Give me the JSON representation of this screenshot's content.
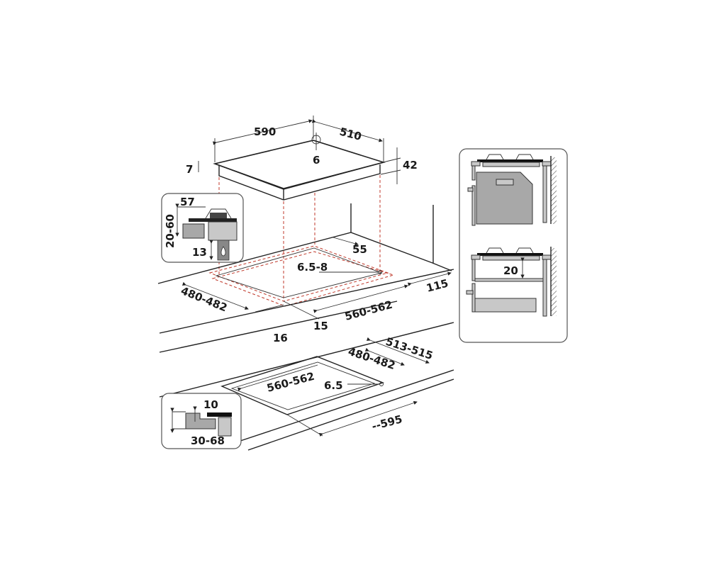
{
  "hob": {
    "width": "590",
    "depth": "510",
    "top_thickness": "7",
    "height": "42",
    "gas_inlet": "6"
  },
  "cutout_top": {
    "depth": "480-482",
    "width": "560-562",
    "back_gap": "55",
    "fixing_hole": "6.5-8",
    "side_gap": "115",
    "front_gap_a": "16",
    "front_gap_b": "15"
  },
  "inset_top_left": {
    "clearance": "57",
    "range": "20-60",
    "gas_height": "13"
  },
  "cutout_bottom": {
    "outer_depth": "513-515",
    "inner_depth": "480-482",
    "width": "560-562",
    "hole": "6.5",
    "countertop_width": "--595"
  },
  "inset_bottom_left": {
    "recess": "10",
    "thickness": "30-68"
  },
  "inset_right": {
    "gap": "20"
  },
  "colors": {
    "line": "#222222",
    "dashed": "#c0392b",
    "panel_grey": "#a8a8a8"
  }
}
